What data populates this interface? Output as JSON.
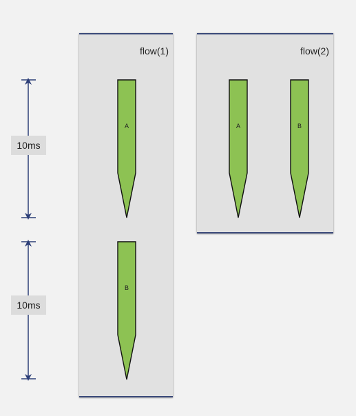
{
  "colors": {
    "background": "#f2f2f2",
    "panel": "#e1e1e1",
    "panel_border": "#3b4a7a",
    "task_fill": "#8dc253",
    "dimension_line": "#2d3f78"
  },
  "panels": [
    {
      "title": "flow(1)",
      "tasks": [
        "A",
        "B"
      ]
    },
    {
      "title": "flow(2)",
      "tasks": [
        "A",
        "B"
      ]
    }
  ],
  "dimensions": [
    {
      "label": "10ms"
    },
    {
      "label": "10ms"
    }
  ]
}
